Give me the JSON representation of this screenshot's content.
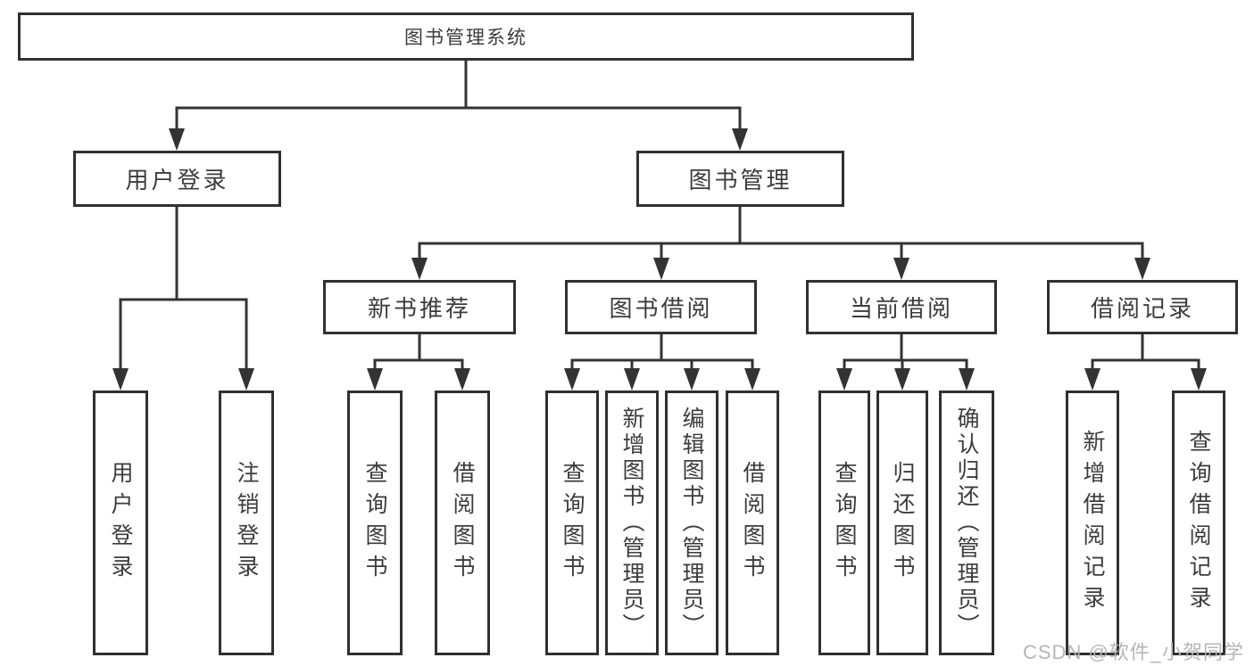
{
  "tree": {
    "root": {
      "label": "图书管理系统",
      "children": [
        {
          "label": "用户登录",
          "children": [
            {
              "label": "用户登录"
            },
            {
              "label": "注销登录"
            }
          ]
        },
        {
          "label": "图书管理",
          "children": [
            {
              "label": "新书推荐",
              "children": [
                {
                  "label": "查询图书"
                },
                {
                  "label": "借阅图书"
                }
              ]
            },
            {
              "label": "图书借阅",
              "children": [
                {
                  "label": "查询图书"
                },
                {
                  "label": "新增图书（管理员）"
                },
                {
                  "label": "编辑图书（管理员）"
                },
                {
                  "label": "借阅图书"
                }
              ]
            },
            {
              "label": "当前借阅",
              "children": [
                {
                  "label": "查询图书"
                },
                {
                  "label": "归还图书"
                },
                {
                  "label": "确认归还（管理员）"
                }
              ]
            },
            {
              "label": "借阅记录",
              "children": [
                {
                  "label": "新增借阅记录"
                },
                {
                  "label": "查询借阅记录"
                }
              ]
            }
          ]
        }
      ]
    }
  },
  "watermark": {
    "text": "CSDN @软件_小贺同学"
  },
  "colors": {
    "line": "#333333",
    "box_border": "#303030",
    "text": "#3c3c3c",
    "watermark": "#b3b3b3",
    "background": "#ffffff"
  }
}
